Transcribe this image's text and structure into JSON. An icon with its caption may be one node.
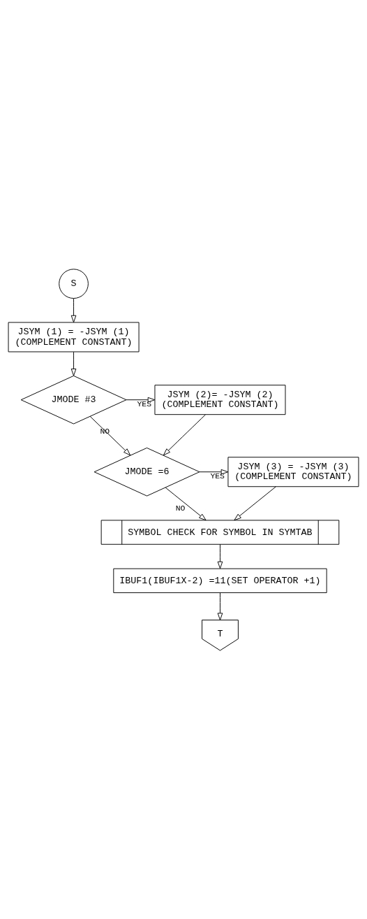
{
  "diagram": {
    "nodes": [
      {
        "text": [
          "S"
        ]
      },
      {
        "text": [
          "JSYM (1) = -JSYM (1)",
          "(COMPLEMENT CONSTANT)"
        ]
      },
      {
        "text": [
          "JMODE #3"
        ]
      },
      {
        "text": [
          "JSYM (2)= -JSYM (2)",
          "(COMPLEMENT CONSTANT)"
        ]
      },
      {
        "text": [
          "JMODE =6"
        ]
      },
      {
        "text": [
          "JSYM (3) = -JSYM (3)",
          "(COMPLEMENT CONSTANT)"
        ]
      },
      {
        "text": [
          "SYMBOL CHECK FOR SYMBOL IN SYMTAB"
        ]
      },
      {
        "text": [
          "IBUF1(IBUF1X-2) =11(SET OPERATOR +1)"
        ]
      },
      {
        "text": [
          "T"
        ]
      }
    ],
    "edges": [
      {
        "from": 0,
        "to": 1,
        "arrow": "to"
      },
      {
        "from": 1,
        "to": 2,
        "arrow": "to"
      },
      {
        "from": 2,
        "to": 3,
        "arrow": "to",
        "label": "YES"
      },
      {
        "from": 3,
        "to": 4,
        "arrow": "to"
      },
      {
        "from": 2,
        "to": 4,
        "arrow": "to",
        "label": "NO"
      },
      {
        "from": 4,
        "to": 5,
        "arrow": "to",
        "label": "YES"
      },
      {
        "from": 5,
        "to": 6,
        "arrow": "to"
      },
      {
        "from": 4,
        "to": 6,
        "arrow": "to",
        "label": "NO"
      },
      {
        "from": 6,
        "to": 7,
        "arrow": "to"
      },
      {
        "from": 7,
        "to": 8,
        "arrow": "to"
      }
    ]
  }
}
